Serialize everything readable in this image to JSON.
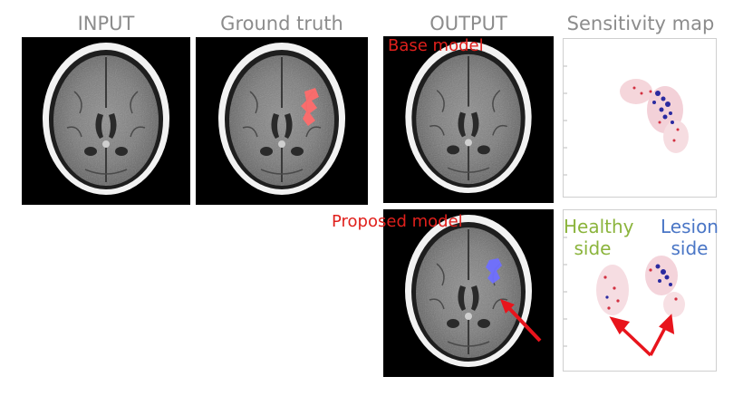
{
  "columns": {
    "input": "INPUT",
    "ground_truth": "Ground truth",
    "output": "OUTPUT",
    "sensitivity": "Sensitivity map"
  },
  "labels": {
    "base_model": "Base model",
    "proposed_model": "Proposed model",
    "healthy_side_1": "Healthy",
    "healthy_side_2": "side",
    "lesion_side_1": "Lesion",
    "lesion_side_2": "side"
  },
  "colors": {
    "ground_truth_lesion": "#ff6b6b",
    "predicted_lesion": "#6f6fff",
    "arrow": "#e8141c",
    "healthy_text": "#8bb43c",
    "lesion_text": "#4a76c6"
  }
}
